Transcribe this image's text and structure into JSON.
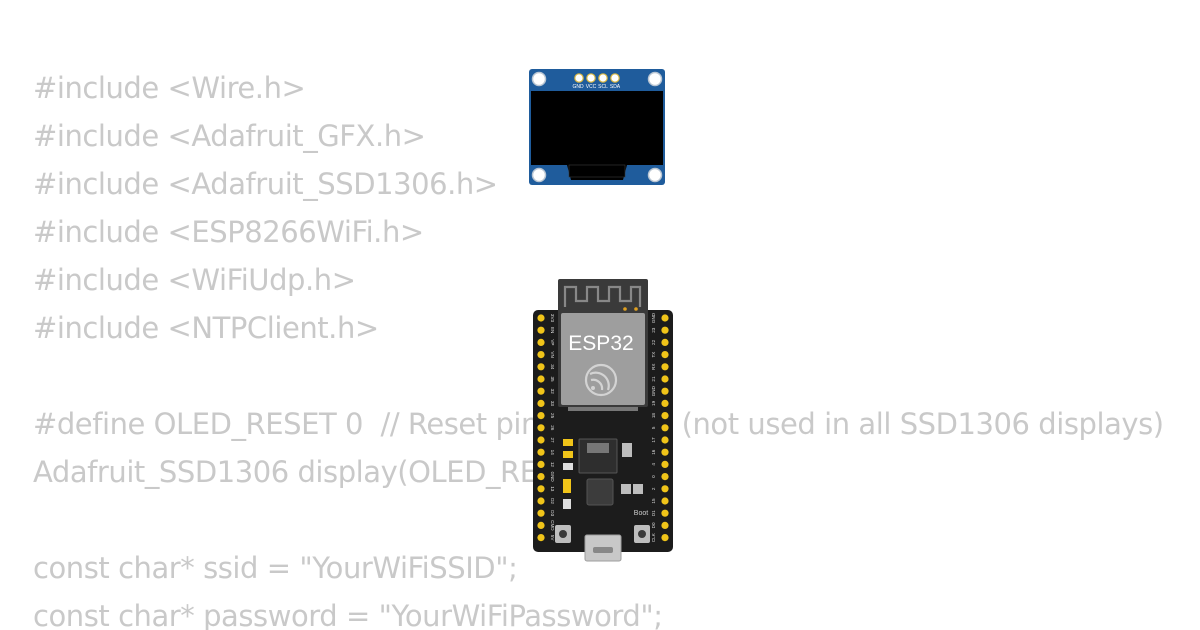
{
  "code": {
    "lines": [
      "#include <Wire.h>",
      "#include <Adafruit_GFX.h>",
      "#include <Adafruit_SSD1306.h>",
      "#include <ESP8266WiFi.h>",
      "#include <WiFiUdp.h>",
      "#include <NTPClient.h>",
      "",
      "#define OLED_RESET 0  // Reset pin for OLED (not used in all SSD1306 displays)",
      "Adafruit_SSD1306 display(OLED_RESET);",
      "",
      "const char* ssid = \"YourWiFiSSID\";",
      "const char* password = \"YourWiFiPassword\";"
    ]
  },
  "oled_display": {
    "pins": [
      "GND",
      "VCC",
      "SCL",
      "SDA"
    ],
    "board_color": "#1f5c9c",
    "screen_color": "#000000"
  },
  "esp32_board": {
    "module_label": "ESP32",
    "boot_label": "Boot",
    "left_pins": [
      "3V3",
      "EN",
      "VP",
      "VN",
      "34",
      "35",
      "32",
      "33",
      "25",
      "26",
      "27",
      "14",
      "12",
      "GND",
      "13",
      "D2",
      "D3",
      "CMD",
      "5V"
    ],
    "right_pins": [
      "GND",
      "23",
      "22",
      "TX",
      "RX",
      "21",
      "GND",
      "19",
      "18",
      "5",
      "17",
      "16",
      "4",
      "0",
      "2",
      "15",
      "D1",
      "D0",
      "CLK"
    ],
    "pcb_color": "#1c1c1c",
    "pin_color": "#f0c419"
  }
}
